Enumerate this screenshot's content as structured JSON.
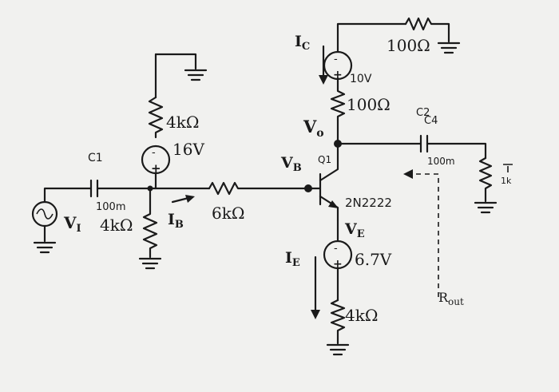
{
  "labels": {
    "ic": "I",
    "ic_sub": "C",
    "r_top": "100Ω",
    "v_10": "10V",
    "r_100": "100Ω",
    "c2": "C2",
    "c2_val": "C4",
    "vo": "V",
    "vo_sub": "o",
    "vb": "V",
    "vb_sub": "B",
    "q1": "Q1",
    "c_out_val": "100m",
    "rload": "1k",
    "c1": "C1",
    "c1_val": "100m",
    "r_4k_top": "4kΩ",
    "v_16": "16V",
    "vi": "V",
    "vi_sub": "I",
    "r_4k_in": "4kΩ",
    "ib": "I",
    "ib_sub": "B",
    "r_6k": "6kΩ",
    "transistor": "2N2222",
    "ve": "V",
    "ve_sub": "E",
    "ie": "I",
    "ie_sub": "E",
    "v_67": "6.7V",
    "r_4k_e": "4kΩ",
    "rout": "R",
    "rout_sub": "out"
  },
  "colors": {
    "ink": "#1a1a1a",
    "paper": "#f1f1ef"
  }
}
